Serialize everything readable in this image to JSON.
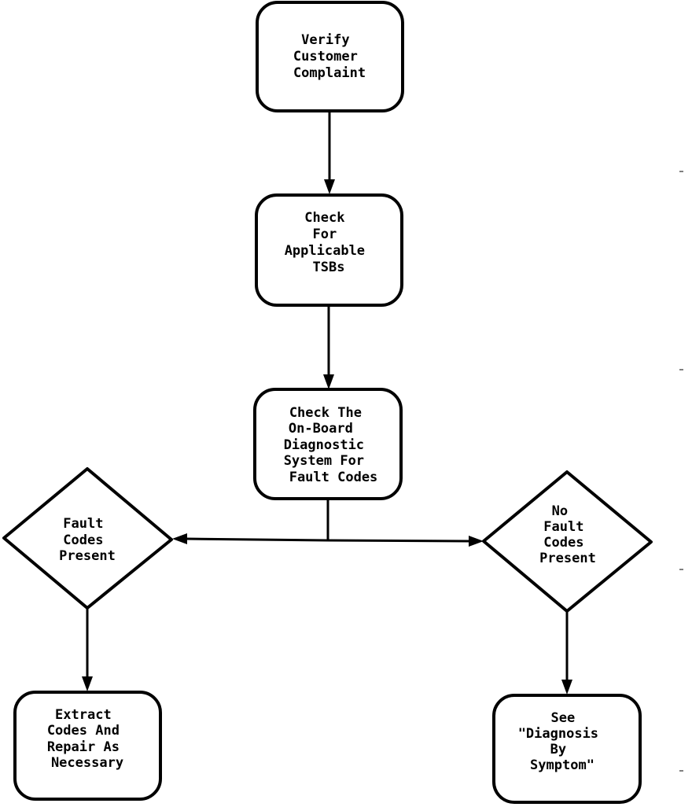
{
  "nodes": {
    "verify": {
      "lines": [
        "Verify",
        "Customer",
        "Complaint"
      ]
    },
    "tsb": {
      "lines": [
        "Check",
        "For",
        "Applicable",
        "TSBs"
      ]
    },
    "obd": {
      "lines": [
        "Check The",
        "On-Board",
        "Diagnostic",
        "System For",
        "Fault Codes"
      ]
    },
    "fault_present": {
      "lines": [
        "Fault",
        "Codes",
        "Present"
      ]
    },
    "no_fault": {
      "lines": [
        "No",
        "Fault",
        "Codes",
        "Present"
      ]
    },
    "extract": {
      "lines": [
        "Extract",
        "Codes And",
        "Repair As",
        "Necessary"
      ]
    },
    "symptom": {
      "lines": [
        "See",
        "\"Diagnosis",
        "By",
        "Symptom\""
      ]
    }
  },
  "colors": {
    "stroke": "#000000",
    "background": "#ffffff"
  }
}
